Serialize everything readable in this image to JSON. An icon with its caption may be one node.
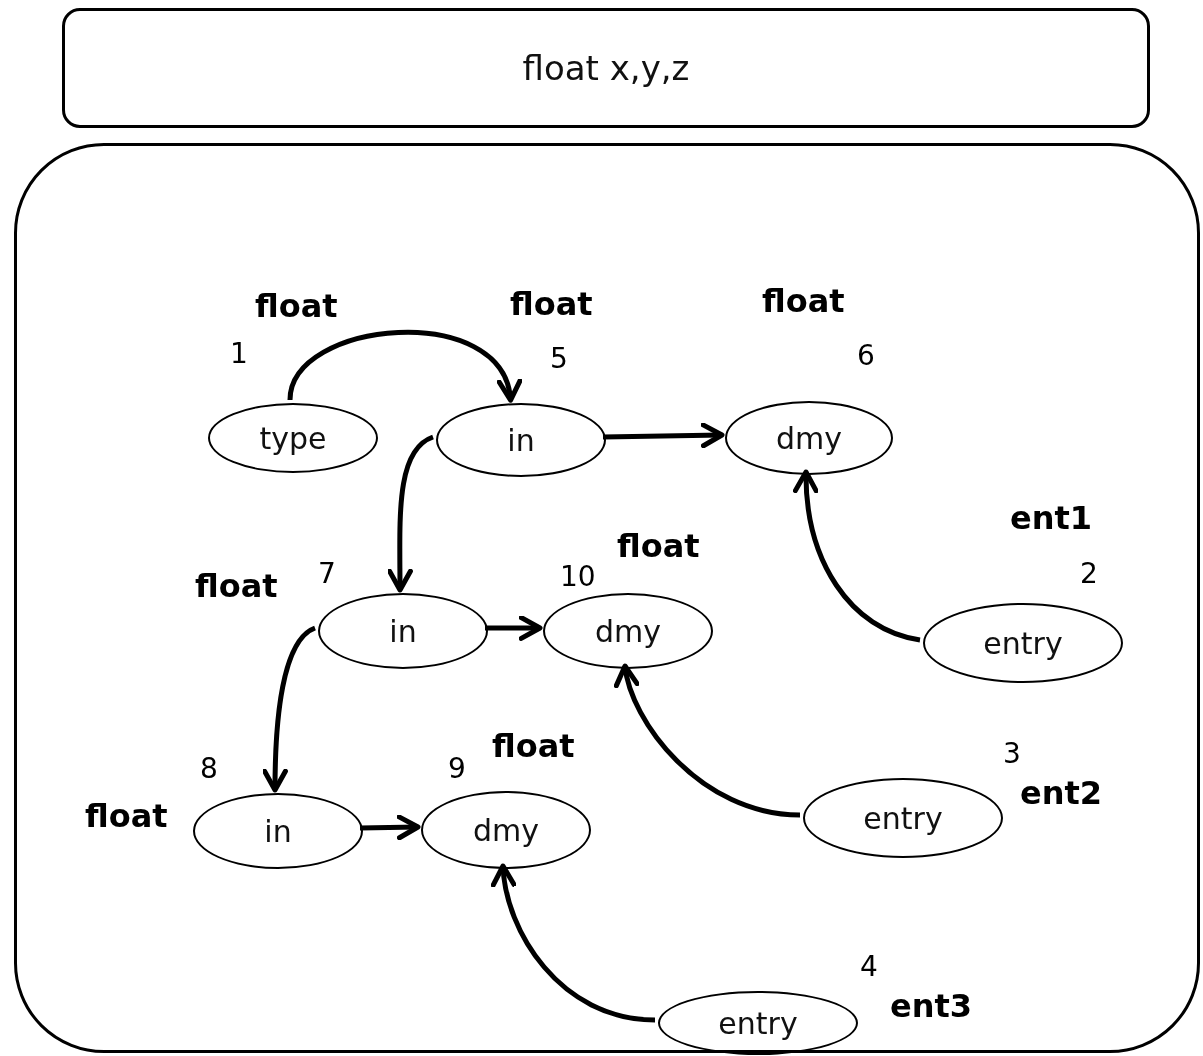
{
  "diagram": {
    "nodes": [
      {
        "text": [
          "float x,y,z"
        ]
      },
      {
        "text": [],
        "shape": "box"
      },
      {
        "text": [
          "type"
        ],
        "in": 1,
        "beside": [
          "float",
          "1"
        ]
      },
      {
        "text": [
          "in"
        ],
        "in": 1,
        "beside": [
          "float",
          "5"
        ]
      },
      {
        "text": [
          "dmy"
        ],
        "in": 1,
        "beside": [
          "float",
          "6"
        ]
      },
      {
        "text": [
          "in"
        ],
        "in": 1,
        "beside": [
          "7",
          "float"
        ]
      },
      {
        "text": [
          "dmy"
        ],
        "in": 1,
        "beside": [
          "10",
          "float"
        ]
      },
      {
        "text": [
          "entry"
        ],
        "in": 1,
        "beside": [
          "ent1",
          "2"
        ]
      },
      {
        "text": [
          "in"
        ],
        "in": 1,
        "beside": [
          "8",
          "float"
        ]
      },
      {
        "text": [
          "dmy"
        ],
        "in": 1,
        "beside": [
          "9",
          "float"
        ]
      },
      {
        "text": [
          "entry"
        ],
        "in": 1,
        "beside": [
          "3",
          "ent2"
        ]
      },
      {
        "text": [
          "entry"
        ],
        "in": 1,
        "beside": [
          "4",
          "ent3"
        ]
      }
    ],
    "edges": [
      {
        "from": 2,
        "to": 3,
        "arrow": "to"
      },
      {
        "from": 3,
        "to": 4,
        "arrow": "to"
      },
      {
        "from": 3,
        "to": 5,
        "arrow": "to"
      },
      {
        "from": 7,
        "to": 4,
        "arrow": "to"
      },
      {
        "from": 5,
        "to": 6,
        "arrow": "to"
      },
      {
        "from": 5,
        "to": 8,
        "arrow": "to"
      },
      {
        "from": 10,
        "to": 6,
        "arrow": "to"
      },
      {
        "from": 8,
        "to": 9,
        "arrow": "to"
      },
      {
        "from": 11,
        "to": 9,
        "arrow": "to"
      }
    ]
  }
}
